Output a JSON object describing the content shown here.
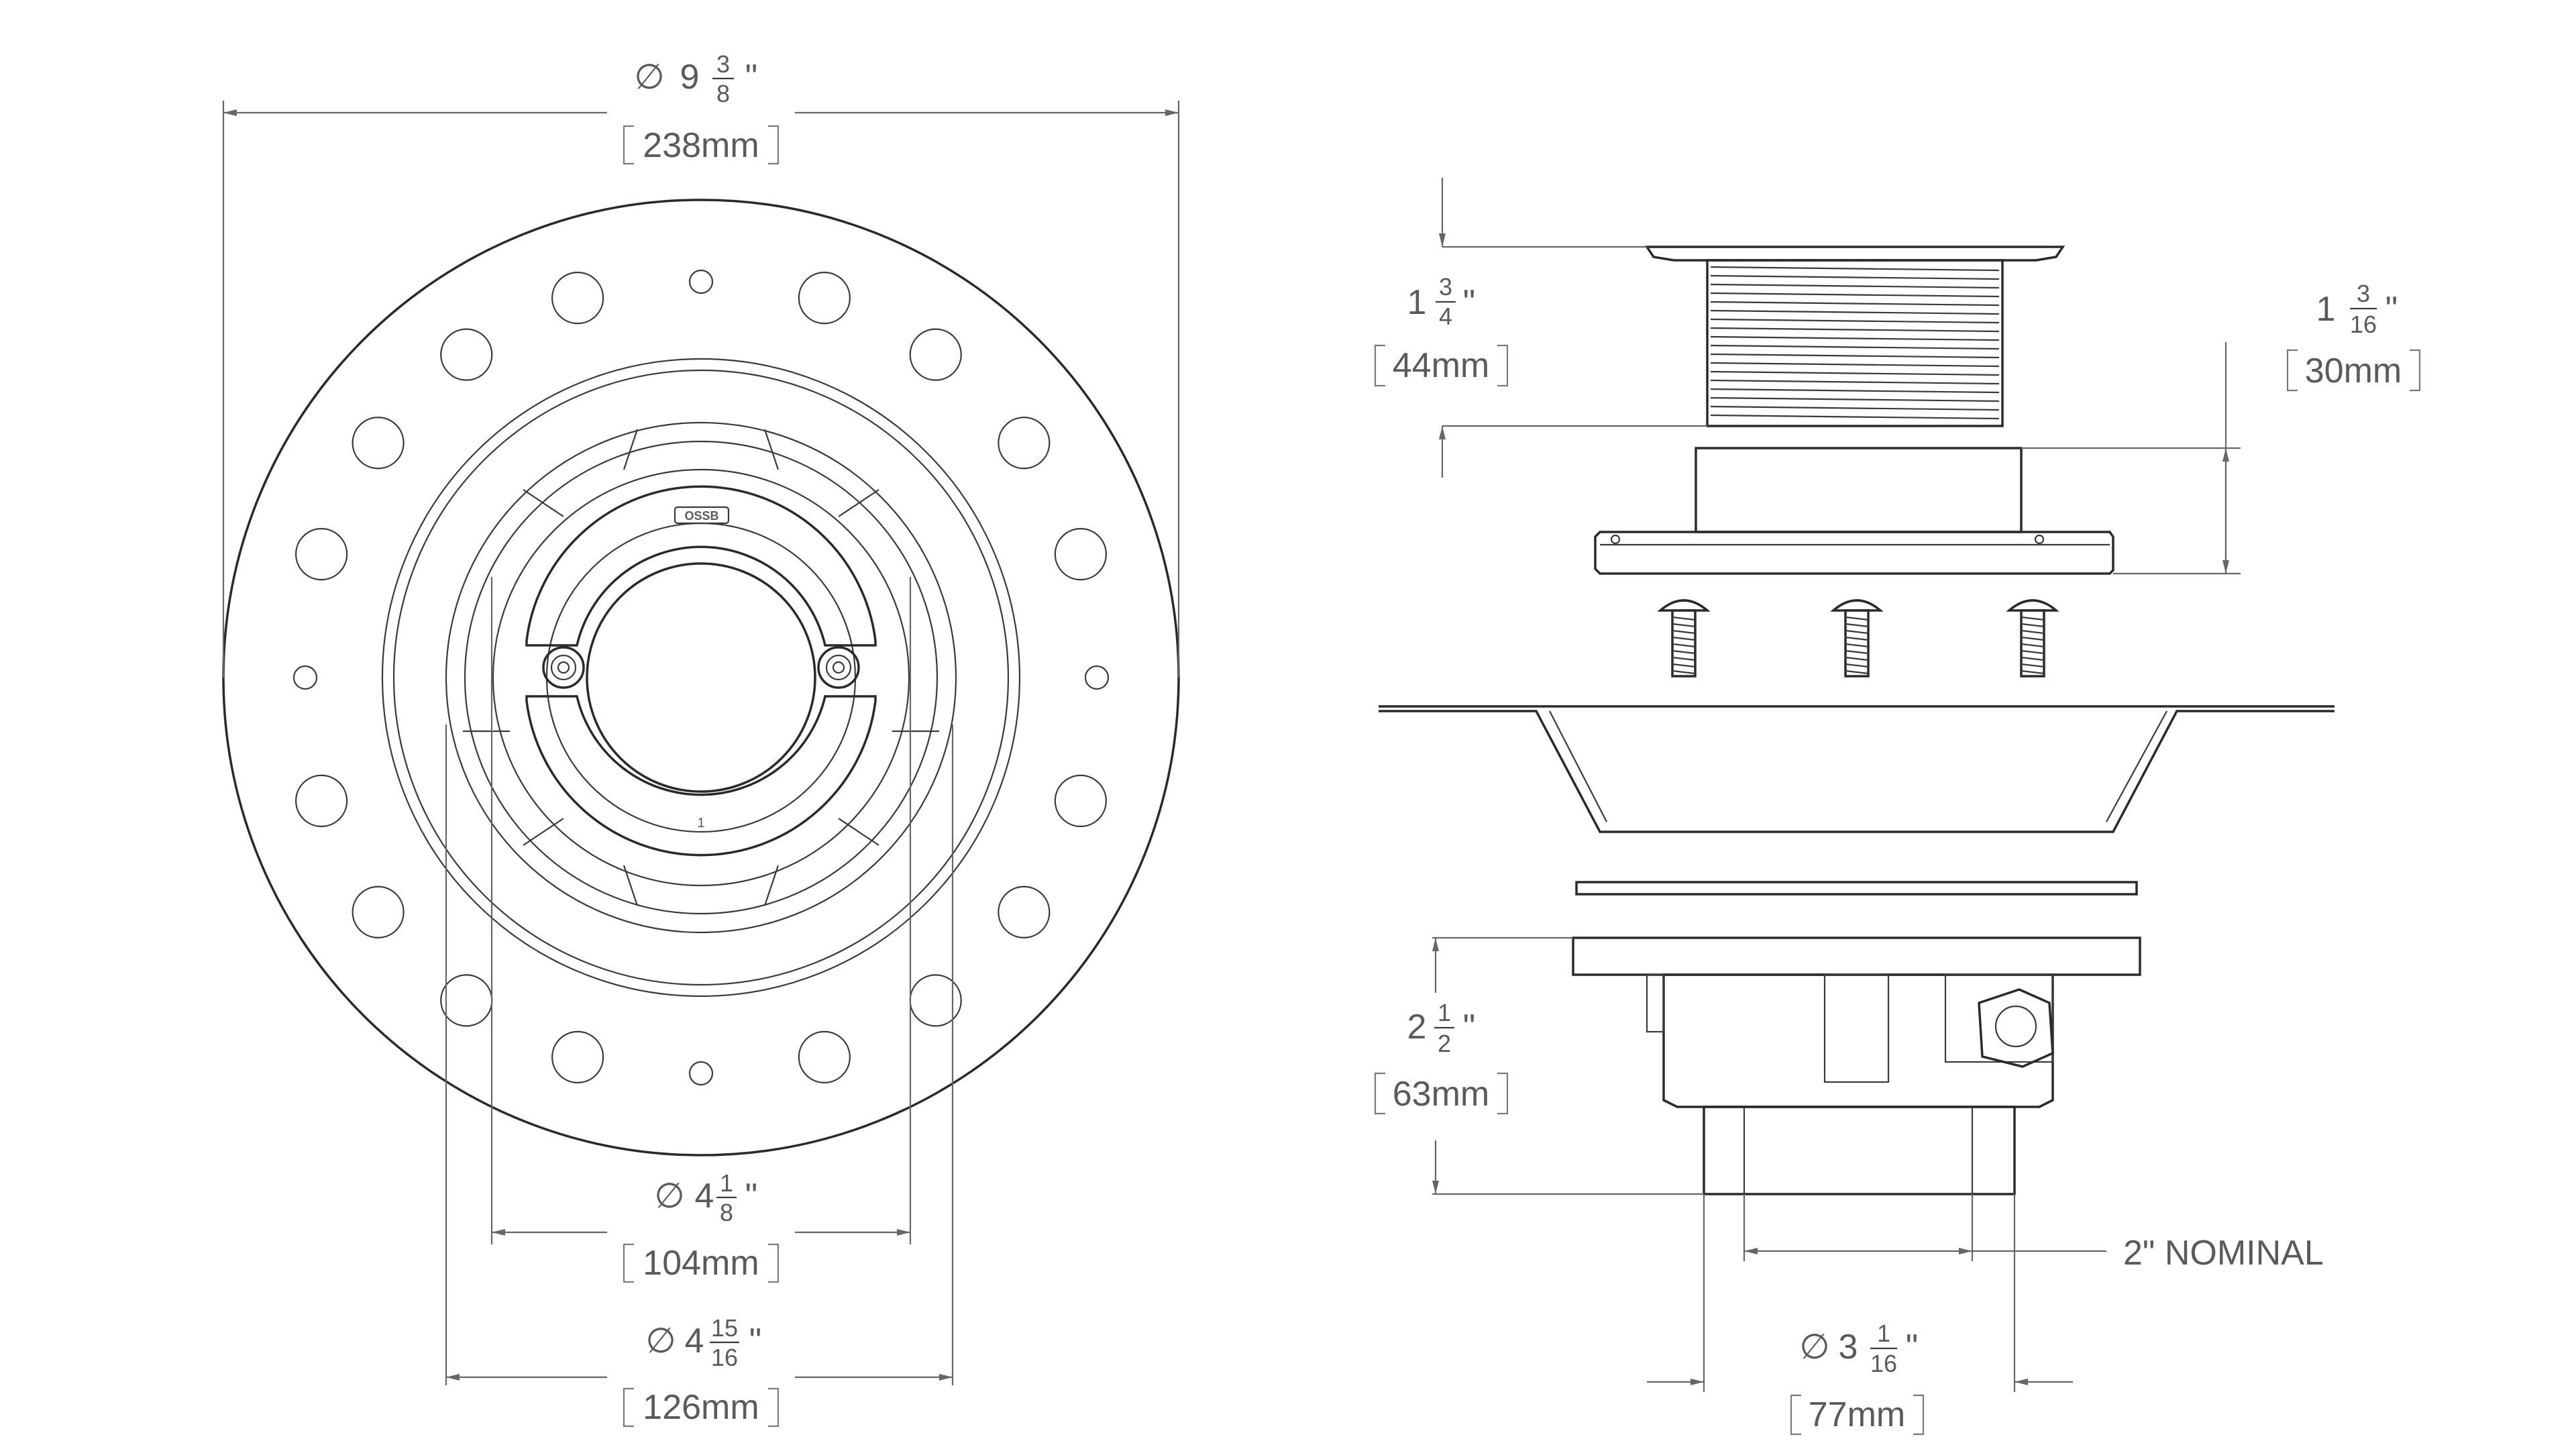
{
  "top_view": {
    "overall_diameter": {
      "whole": "9",
      "num": "3",
      "den": "8",
      "mm": "238mm"
    },
    "inner_diameter": {
      "whole": "4",
      "num": "1",
      "den": "8",
      "mm": "104mm"
    },
    "outer_inner_diameter": {
      "whole": "4",
      "num": "15",
      "den": "16",
      "mm": "126mm"
    },
    "logo_text": "OSSB",
    "mark": "1"
  },
  "side_view": {
    "strainer_height": {
      "whole": "1",
      "num": "3",
      "den": "4",
      "mm": "44mm"
    },
    "adjust_height": {
      "whole": "1",
      "num": "3",
      "den": "16",
      "mm": "30mm"
    },
    "body_height": {
      "whole": "2",
      "num": "1",
      "den": "2",
      "mm": "63mm"
    },
    "outlet_diameter": {
      "whole": "3",
      "num": "1",
      "den": "16",
      "mm": "77mm"
    },
    "nominal_label": "2\" NOMINAL"
  },
  "symbols": {
    "diameter": "∅",
    "inch": "\""
  }
}
